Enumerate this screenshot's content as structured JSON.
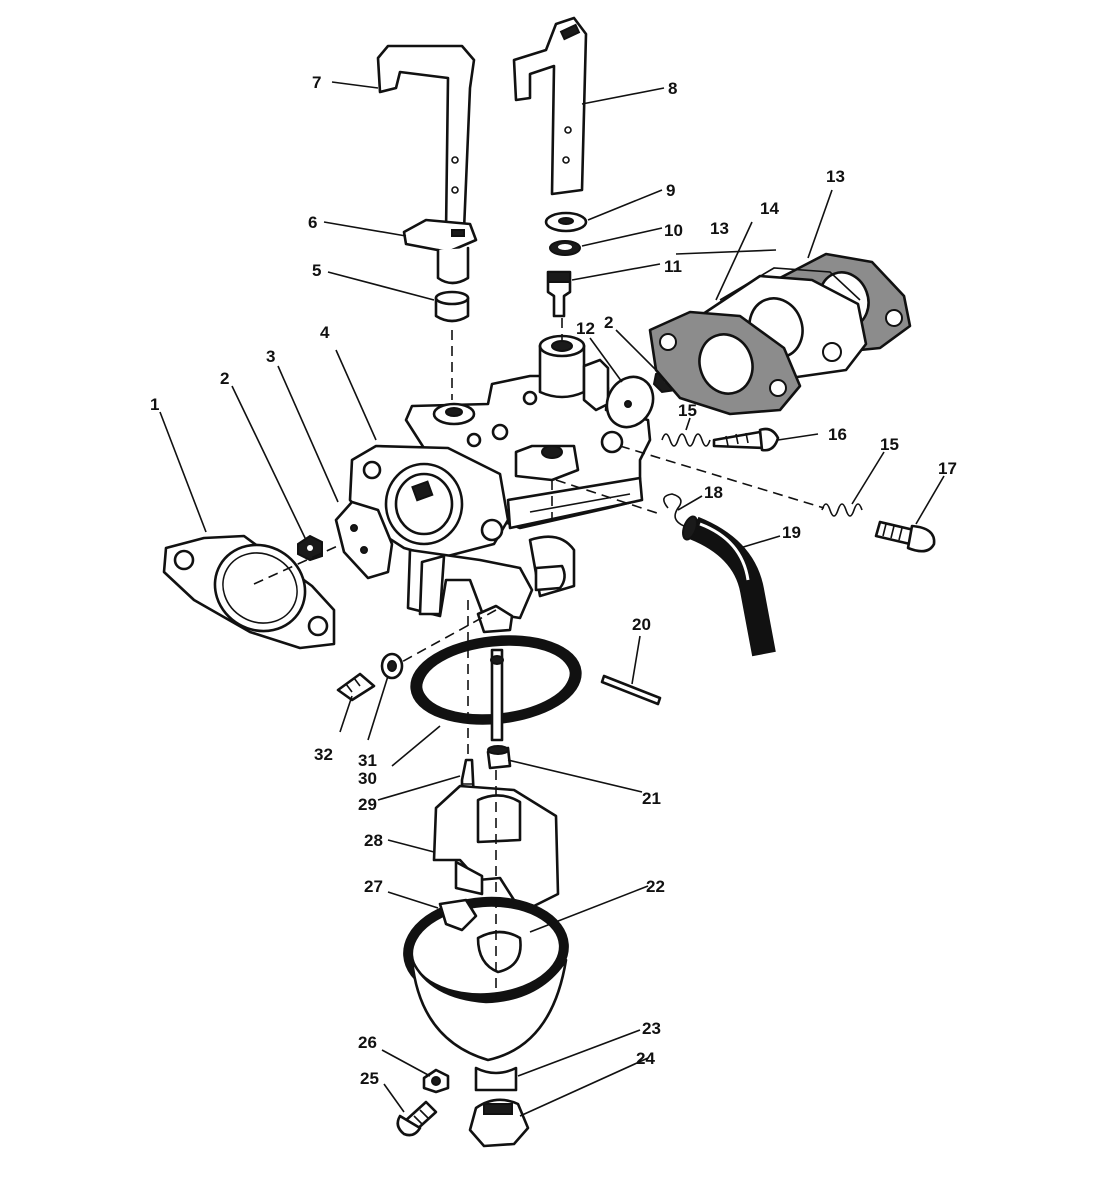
{
  "callouts": {
    "c1": "1",
    "c2a": "2",
    "c2b": "2",
    "c3": "3",
    "c4": "4",
    "c5": "5",
    "c6": "6",
    "c7": "7",
    "c8": "8",
    "c9": "9",
    "c10": "10",
    "c11": "11",
    "c12": "12",
    "c13a": "13",
    "c13b": "13",
    "c14": "14",
    "c15a": "15",
    "c15b": "15",
    "c16": "16",
    "c17": "17",
    "c18": "18",
    "c19": "19",
    "c20": "20",
    "c21": "21",
    "c22": "22",
    "c23": "23",
    "c24": "24",
    "c25": "25",
    "c26": "26",
    "c27": "27",
    "c28": "28",
    "c29": "29",
    "c30": "30",
    "c31": "31",
    "c32": "32"
  },
  "colors": {
    "line": "#111111",
    "background": "#ffffff",
    "gasket_fill": "#8c8c8c"
  }
}
